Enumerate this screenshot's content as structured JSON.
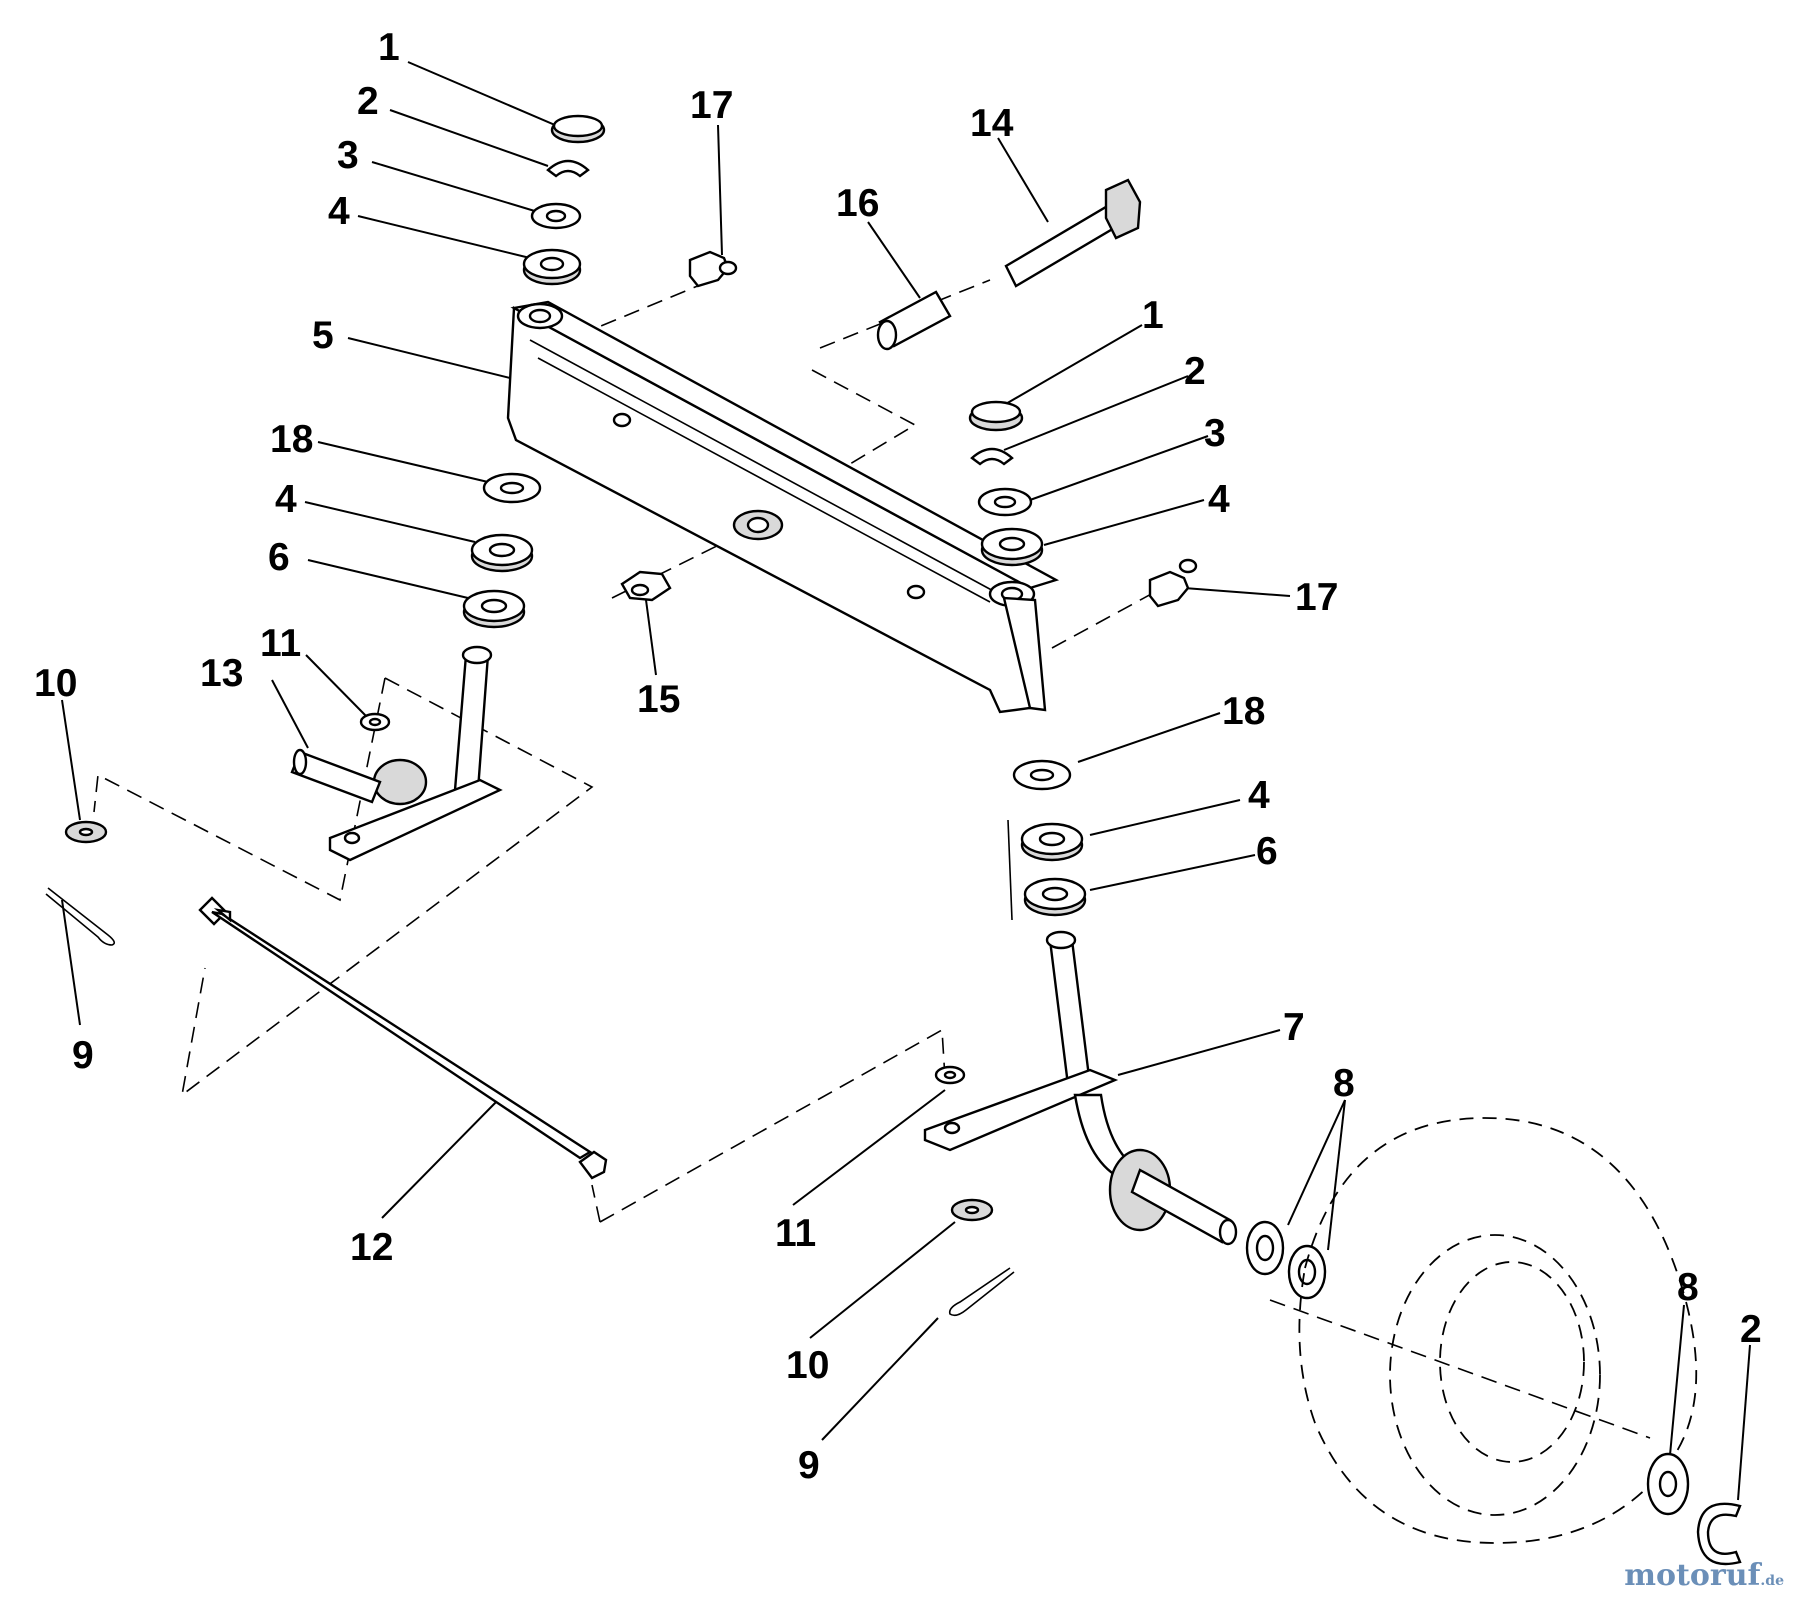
{
  "diagram": {
    "callouts": [
      {
        "id": "c1a",
        "label": "1"
      },
      {
        "id": "c2a",
        "label": "2"
      },
      {
        "id": "c3a",
        "label": "3"
      },
      {
        "id": "c4a",
        "label": "4"
      },
      {
        "id": "c5",
        "label": "5"
      },
      {
        "id": "c18a",
        "label": "18"
      },
      {
        "id": "c4b",
        "label": "4"
      },
      {
        "id": "c6a",
        "label": "6"
      },
      {
        "id": "c17a",
        "label": "17"
      },
      {
        "id": "c14",
        "label": "14"
      },
      {
        "id": "c16",
        "label": "16"
      },
      {
        "id": "c1b",
        "label": "1"
      },
      {
        "id": "c2b",
        "label": "2"
      },
      {
        "id": "c3b",
        "label": "3"
      },
      {
        "id": "c4c",
        "label": "4"
      },
      {
        "id": "c17b",
        "label": "17"
      },
      {
        "id": "c15",
        "label": "15"
      },
      {
        "id": "c11a",
        "label": "11"
      },
      {
        "id": "c13",
        "label": "13"
      },
      {
        "id": "c10a",
        "label": "10"
      },
      {
        "id": "c9a",
        "label": "9"
      },
      {
        "id": "c18b",
        "label": "18"
      },
      {
        "id": "c4d",
        "label": "4"
      },
      {
        "id": "c6b",
        "label": "6"
      },
      {
        "id": "c7",
        "label": "7"
      },
      {
        "id": "c8a",
        "label": "8"
      },
      {
        "id": "c12",
        "label": "12"
      },
      {
        "id": "c11b",
        "label": "11"
      },
      {
        "id": "c10b",
        "label": "10"
      },
      {
        "id": "c9b",
        "label": "9"
      },
      {
        "id": "c8b",
        "label": "8"
      },
      {
        "id": "c2c",
        "label": "2"
      }
    ]
  },
  "watermark": {
    "brand": "motoruf",
    "tld": ".de"
  }
}
